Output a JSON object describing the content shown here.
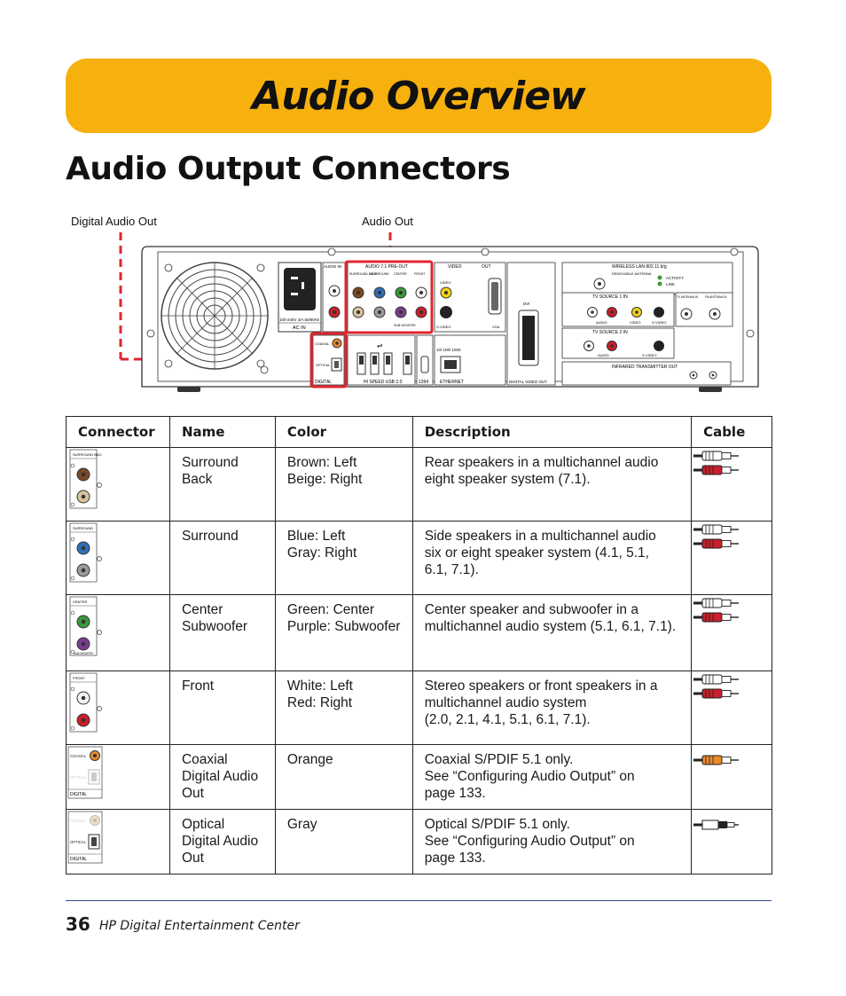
{
  "banner": {
    "title": "Audio Overview"
  },
  "section": {
    "title": "Audio Output Connectors"
  },
  "callouts": {
    "digital_audio_out": "Digital Audio Out",
    "audio_out": "Audio Out"
  },
  "panel_labels": {
    "ac_in": "AC IN",
    "ac_rating": "100-240V 4/A 50/60Hz",
    "audio_in": "AUDIO IN",
    "preout": "AUDIO 7.1 PRE-OUT",
    "surround_back": "SURROUND BACK",
    "surround": "SURROUND",
    "center": "CENTER",
    "front": "FRONT",
    "sub_woofer": "SUB WOOFER",
    "video": "VIDEO",
    "out": "OUT",
    "s_video": "S-VIDEO",
    "vga": "VGA",
    "dvi": "DVI",
    "coaxial": "COAXIAL",
    "optical": "OPTICAL",
    "digital": "DIGITAL",
    "usb": "HI SPEED USB 2.0",
    "ieee1394": "1394",
    "ethernet_speed": "10/ 100/ 1000",
    "ethernet": "ETHERNET",
    "digital_video_out": "DIGITAL VIDEO OUT",
    "wireless_lan": "WIRELESS LAN      802.11 b/g",
    "removable_antenna": "REMOVABLE ANTENNA",
    "activity": "ACTIVITY",
    "link": "LINK",
    "tv_source_1": "TV SOURCE  1  IN",
    "tv_source_2": "TV SOURCE  2  IN",
    "tv_antenna_in": "TV ANTENNA IN",
    "fm_antenna_in": "FM ANTENNA IN",
    "audio": "AUDIO",
    "infrared": "INFRARED TRANSMITTER OUT"
  },
  "table": {
    "headers": [
      "Connector",
      "Name",
      "Color",
      "Description",
      "Cable"
    ],
    "rows": [
      {
        "name": [
          "Surround",
          "Back"
        ],
        "color": [
          "Brown: Left",
          "Beige: Right"
        ],
        "description": [
          "Rear speakers in a multichannel audio",
          "eight speaker system (7.1)."
        ],
        "icon_label": "SURROUND BACK",
        "top_color": "#7a4a26",
        "bottom_color": "#d8c39a",
        "cable": "rca-pair"
      },
      {
        "name": [
          "Surround"
        ],
        "color": [
          "Blue: Left",
          "Gray: Right"
        ],
        "description": [
          "Side speakers in a multichannel audio",
          "six or eight speaker system (4.1, 5.1,",
          "6.1, 7.1)."
        ],
        "icon_label": "SURROUND",
        "top_color": "#2f6fb5",
        "bottom_color": "#9a9a9a",
        "cable": "rca-pair"
      },
      {
        "name": [
          "Center",
          "Subwoofer"
        ],
        "color": [
          "Green: Center",
          "Purple: Subwoofer"
        ],
        "description": [
          "Center speaker and subwoofer in a",
          "multichannel audio system (5.1, 6.1, 7.1)."
        ],
        "icon_label": "CENTER",
        "icon_label_bottom": "SUB WOOFER",
        "top_color": "#3a9a3a",
        "bottom_color": "#7a3d8f",
        "cable": "rca-pair"
      },
      {
        "name": [
          "Front"
        ],
        "color": [
          "White: Left",
          "Red: Right"
        ],
        "description": [
          "Stereo speakers or front speakers in a",
          "multichannel audio system",
          "(2.0, 2.1, 4.1, 5.1, 6.1, 7.1)."
        ],
        "icon_label": "FRONT",
        "top_color": "#f4f4f4",
        "bottom_color": "#c8202a",
        "cable": "rca-pair"
      },
      {
        "name": [
          "Coaxial",
          "Digital Audio",
          "Out"
        ],
        "color": [
          "Orange"
        ],
        "description": [
          "Coaxial S/PDIF 5.1 only.",
          "See “Configuring Audio Output” on",
          "page 133."
        ],
        "icon_label": "COAXIAL",
        "highlight": "coaxial",
        "cable": "coax"
      },
      {
        "name": [
          "Optical",
          "Digital Audio",
          "Out"
        ],
        "color": [
          "Gray"
        ],
        "description": [
          "Optical S/PDIF 5.1 only.",
          "See “Configuring Audio Output” on",
          "page 133."
        ],
        "icon_label": "OPTICAL",
        "highlight": "optical",
        "cable": "optical"
      }
    ]
  },
  "footer": {
    "page_number": "36",
    "book_title": "HP Digital Entertainment Center"
  },
  "colors": {
    "banner": "#f7b10e",
    "highlight": "#e0252e",
    "rule": "#2b4d8c"
  }
}
